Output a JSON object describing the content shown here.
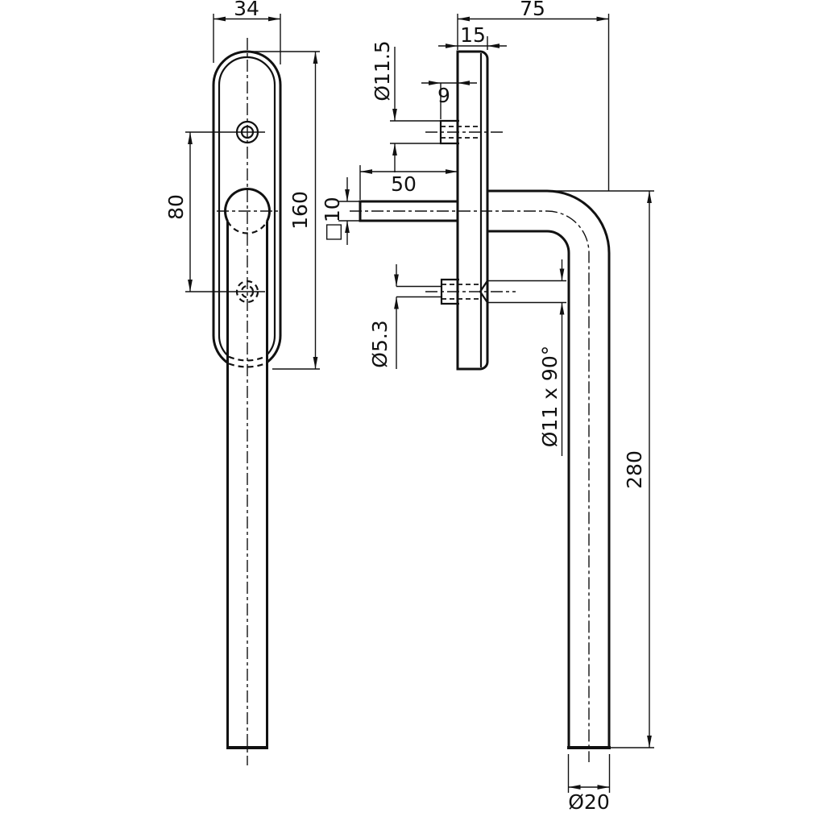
{
  "drawing": {
    "background_color": "#ffffff",
    "line_color": "#111111",
    "front_view": {
      "plate_width": "34",
      "hole_spacing": "80",
      "plate_height": "160"
    },
    "side_view": {
      "overall_depth": "75",
      "plate_thickness": "15",
      "boss_diameter": "Ø11.5",
      "boss_length": "9",
      "spindle_length": "50",
      "spindle_square": "□10",
      "screw_hole_diameter": "Ø5.3",
      "countersink": "Ø11 x 90°",
      "grip_length": "280",
      "grip_diameter": "Ø20"
    }
  }
}
